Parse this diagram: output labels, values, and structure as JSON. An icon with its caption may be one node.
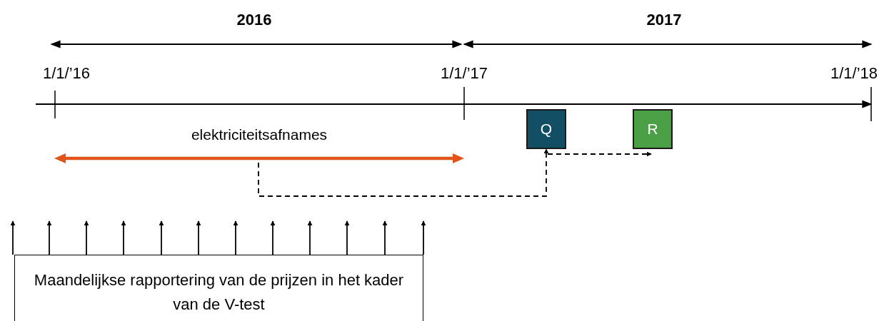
{
  "diagram": {
    "nodes": [
      {
        "text": [
          "elektriciteitsafnames"
        ]
      },
      {
        "text": [
          "Q"
        ]
      },
      {
        "text": [
          "R"
        ]
      },
      {
        "text": [
          "Maandelijkse rapportering van de prijzen in het kader van de V-test"
        ]
      }
    ],
    "edges": [
      {
        "from": 0,
        "to": 1,
        "arrow": "to",
        "style": "dashed"
      },
      {
        "from": 1,
        "to": 2,
        "arrow": "to",
        "style": "dashed"
      },
      {
        "from": 3,
        "to": null,
        "arrow": "to"
      },
      {
        "from": 3,
        "to": null,
        "arrow": "to"
      },
      {
        "from": 3,
        "to": null,
        "arrow": "to"
      },
      {
        "from": 3,
        "to": null,
        "arrow": "to"
      },
      {
        "from": 3,
        "to": null,
        "arrow": "to"
      },
      {
        "from": 3,
        "to": null,
        "arrow": "to"
      },
      {
        "from": 3,
        "to": null,
        "arrow": "to"
      },
      {
        "from": 3,
        "to": null,
        "arrow": "to"
      },
      {
        "from": 3,
        "to": null,
        "arrow": "to"
      },
      {
        "from": 3,
        "to": null,
        "arrow": "to"
      },
      {
        "from": 3,
        "to": null,
        "arrow": "to"
      },
      {
        "from": 3,
        "to": null,
        "arrow": "to"
      }
    ],
    "labels": [
      "2016",
      "2017",
      "1/1/’16",
      "1/1/’17",
      "1/1/’18"
    ]
  }
}
